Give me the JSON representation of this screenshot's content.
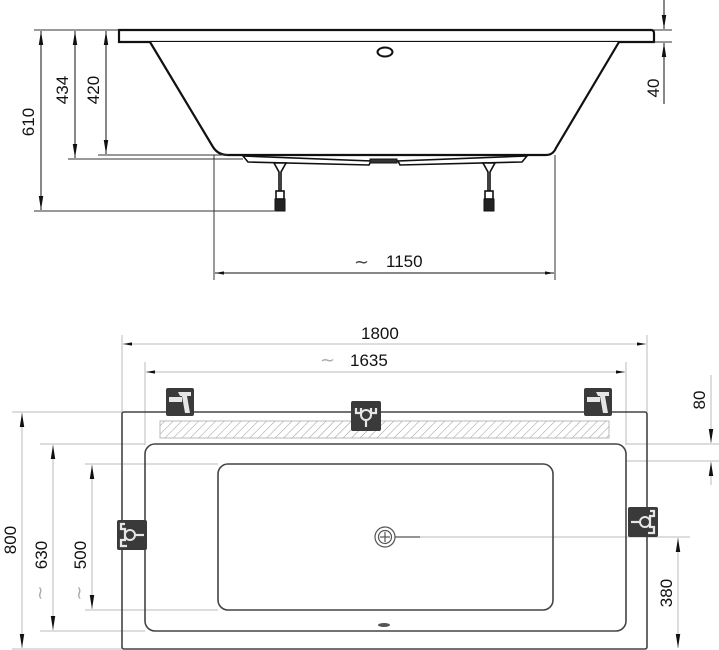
{
  "title": "Bathtub technical drawing 1800 x 800",
  "colors": {
    "outline": "#111111",
    "dim_line": "#333333",
    "dim_line_light": "#bbbbbb",
    "icon_bg": "#3a3a3a",
    "icon_fg": "#e6e6e6",
    "hatch": "#9a9a9a"
  },
  "side_view": {
    "dimensions": {
      "total_height": "610",
      "rim_to_bottom_outer": "434",
      "rim_to_bottom_inner": "420",
      "rim_thickness": "40",
      "bottom_length_prefix": "~",
      "bottom_length": "1150"
    },
    "features": [
      "overflow-hole",
      "left-leg",
      "right-leg",
      "support-frame"
    ]
  },
  "top_view": {
    "dimensions": {
      "outer_length": "1800",
      "inner_length_prefix": "~",
      "inner_length": "1635",
      "outer_width": "800",
      "inner_width_prefix": "~",
      "inner_width": "630",
      "basin_width_prefix": "~",
      "basin_width": "500",
      "panel_offset": "80",
      "drain_offset": "380"
    },
    "icons": [
      {
        "name": "faucet-left",
        "type": "faucet-icon"
      },
      {
        "name": "valve-center",
        "type": "valve-icon"
      },
      {
        "name": "faucet-right",
        "type": "faucet-icon"
      },
      {
        "name": "valve-left",
        "type": "valve-icon"
      },
      {
        "name": "valve-right",
        "type": "valve-icon"
      }
    ]
  }
}
